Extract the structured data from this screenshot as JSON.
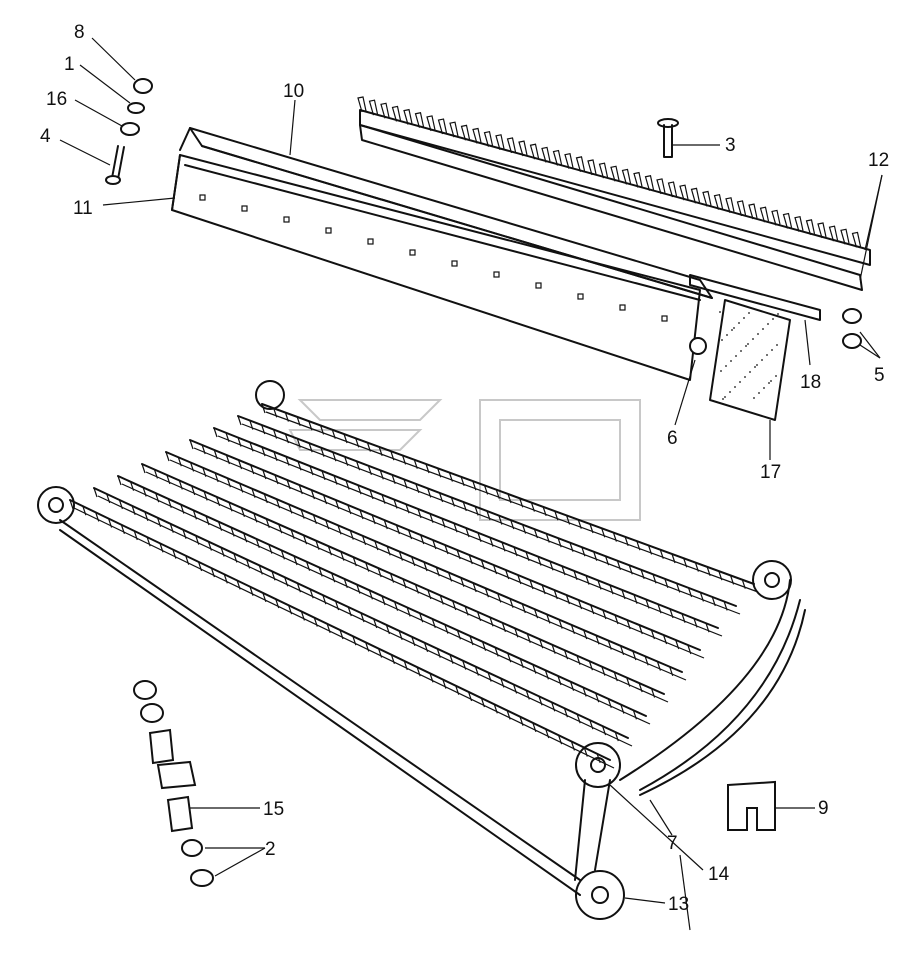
{
  "diagram": {
    "type": "exploded-parts-drawing",
    "ink_color": "#111111",
    "background": "#ffffff",
    "callouts": [
      {
        "id": "c1",
        "label": "1"
      },
      {
        "id": "c2",
        "label": "2"
      },
      {
        "id": "c3",
        "label": "3"
      },
      {
        "id": "c4",
        "label": "4"
      },
      {
        "id": "c5",
        "label": "5"
      },
      {
        "id": "c6",
        "label": "6"
      },
      {
        "id": "c7",
        "label": "7"
      },
      {
        "id": "c8",
        "label": "8"
      },
      {
        "id": "c9",
        "label": "9"
      },
      {
        "id": "c10",
        "label": "10"
      },
      {
        "id": "c11",
        "label": "11"
      },
      {
        "id": "c12",
        "label": "12"
      },
      {
        "id": "c13",
        "label": "13"
      },
      {
        "id": "c14",
        "label": "14"
      },
      {
        "id": "c15",
        "label": "15"
      },
      {
        "id": "c16",
        "label": "16"
      },
      {
        "id": "c17",
        "label": "17"
      },
      {
        "id": "c18",
        "label": "18"
      }
    ]
  }
}
